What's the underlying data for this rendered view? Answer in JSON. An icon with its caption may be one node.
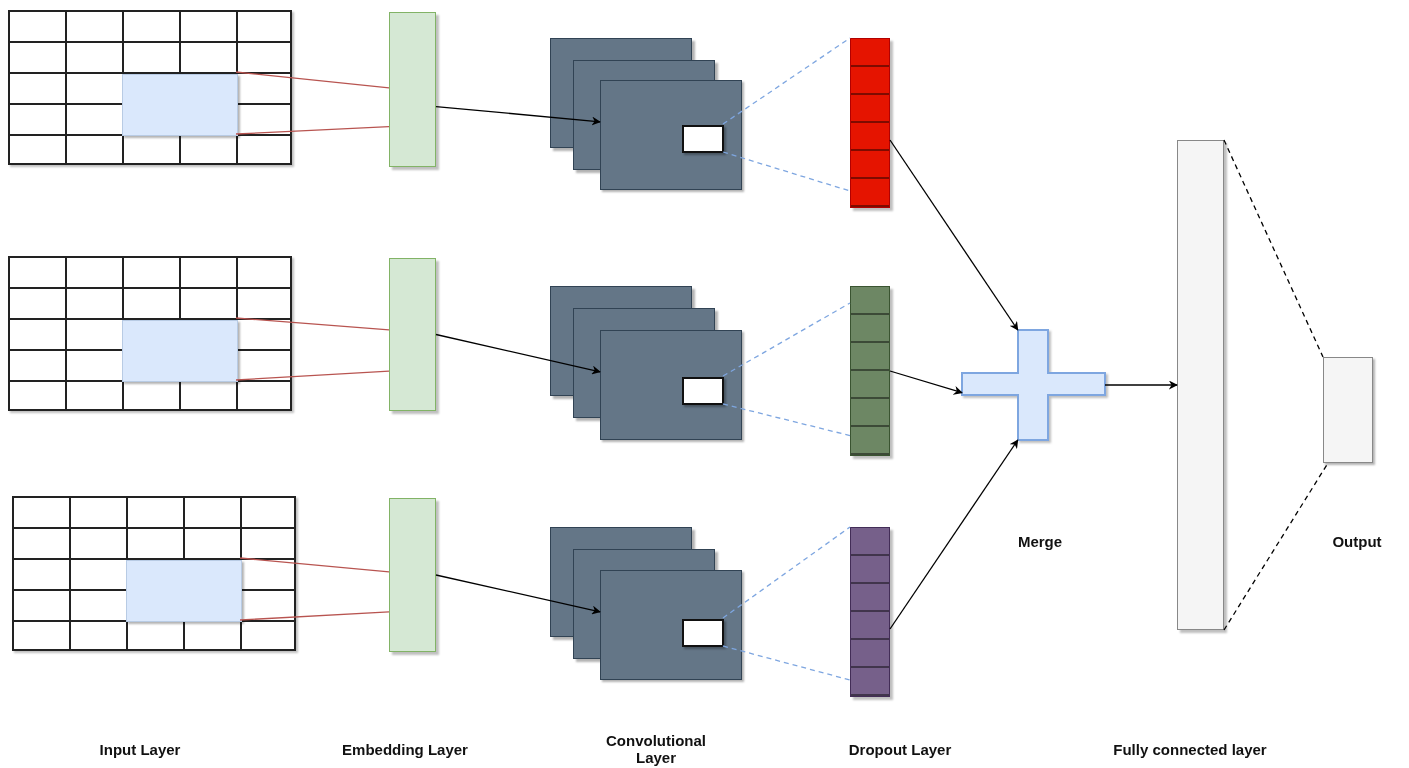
{
  "diagram": {
    "nodes": [
      {
        "text": [],
        "shape": "grid"
      },
      {
        "text": [],
        "shape": "box",
        "in": 0
      },
      {
        "text": [],
        "shape": "bar"
      },
      {
        "text": [],
        "shape": "box"
      },
      {
        "text": [],
        "shape": "box",
        "in": 3
      },
      {
        "text": [],
        "shape": "bar"
      },
      {
        "text": [],
        "shape": "grid"
      },
      {
        "text": [],
        "shape": "box",
        "in": 6
      },
      {
        "text": [],
        "shape": "bar"
      },
      {
        "text": [],
        "shape": "box"
      },
      {
        "text": [],
        "shape": "box",
        "in": 9
      },
      {
        "text": [],
        "shape": "bar"
      },
      {
        "text": [],
        "shape": "grid"
      },
      {
        "text": [],
        "shape": "box",
        "in": 12
      },
      {
        "text": [],
        "shape": "bar"
      },
      {
        "text": [],
        "shape": "box"
      },
      {
        "text": [],
        "shape": "box",
        "in": 15
      },
      {
        "text": [],
        "shape": "bar"
      },
      {
        "text": [],
        "shape": "cross"
      },
      {
        "text": [],
        "shape": "bar"
      },
      {
        "text": [],
        "shape": "box"
      }
    ],
    "edges": [
      {
        "from": 1,
        "to": 2,
        "arrow": "none",
        "color": "#b85450"
      },
      {
        "from": 1,
        "to": 2,
        "arrow": "none",
        "color": "#b85450"
      },
      {
        "from": 2,
        "to": 3,
        "arrow": "to"
      },
      {
        "from": 4,
        "to": 5,
        "arrow": "none",
        "style": "dashed",
        "color": "#7ea6e0"
      },
      {
        "from": 4,
        "to": 5,
        "arrow": "none",
        "style": "dashed",
        "color": "#7ea6e0"
      },
      {
        "from": 7,
        "to": 8,
        "arrow": "none",
        "color": "#b85450"
      },
      {
        "from": 7,
        "to": 8,
        "arrow": "none",
        "color": "#b85450"
      },
      {
        "from": 8,
        "to": 9,
        "arrow": "to"
      },
      {
        "from": 10,
        "to": 11,
        "arrow": "none",
        "style": "dashed",
        "color": "#7ea6e0"
      },
      {
        "from": 10,
        "to": 11,
        "arrow": "none",
        "style": "dashed",
        "color": "#7ea6e0"
      },
      {
        "from": 13,
        "to": 14,
        "arrow": "none",
        "color": "#b85450"
      },
      {
        "from": 13,
        "to": 14,
        "arrow": "none",
        "color": "#b85450"
      },
      {
        "from": 14,
        "to": 15,
        "arrow": "to"
      },
      {
        "from": 16,
        "to": 17,
        "arrow": "none",
        "style": "dashed",
        "color": "#7ea6e0"
      },
      {
        "from": 16,
        "to": 17,
        "arrow": "none",
        "style": "dashed",
        "color": "#7ea6e0"
      },
      {
        "from": 5,
        "to": 18,
        "arrow": "to"
      },
      {
        "from": 11,
        "to": 18,
        "arrow": "to"
      },
      {
        "from": 17,
        "to": 18,
        "arrow": "to"
      },
      {
        "from": 18,
        "to": 19,
        "arrow": "to"
      },
      {
        "from": 19,
        "to": 20,
        "arrow": "none",
        "style": "dashed"
      },
      {
        "from": 19,
        "to": 20,
        "arrow": "none",
        "style": "dashed"
      }
    ],
    "labels": [
      "Merge",
      "Output",
      "Input Layer",
      "Embedding Layer",
      "Convolutional Layer",
      "Dropout Layer",
      "Fully connected layer"
    ]
  }
}
